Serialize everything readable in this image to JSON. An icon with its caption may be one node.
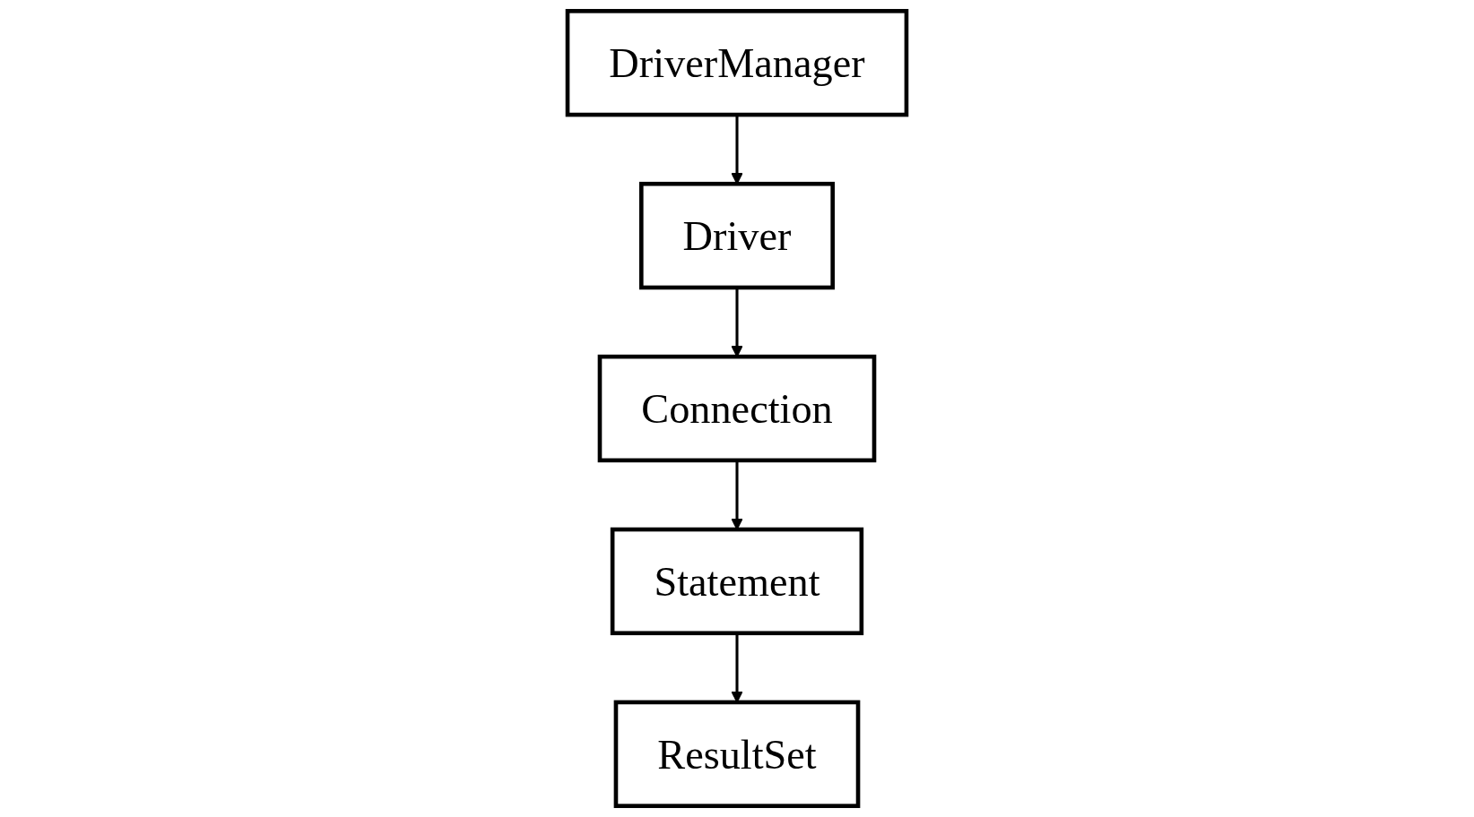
{
  "diagram": {
    "nodes": [
      {
        "text": [
          "DriverManager"
        ]
      },
      {
        "text": [
          "Driver"
        ]
      },
      {
        "text": [
          "Connection"
        ]
      },
      {
        "text": [
          "Statement"
        ]
      },
      {
        "text": [
          "ResultSet"
        ]
      }
    ],
    "edges": [
      {
        "from": 0,
        "to": 1,
        "arrow": "to"
      },
      {
        "from": 1,
        "to": 2,
        "arrow": "to"
      },
      {
        "from": 2,
        "to": 3,
        "arrow": "to"
      },
      {
        "from": 3,
        "to": 4,
        "arrow": "to"
      }
    ]
  }
}
